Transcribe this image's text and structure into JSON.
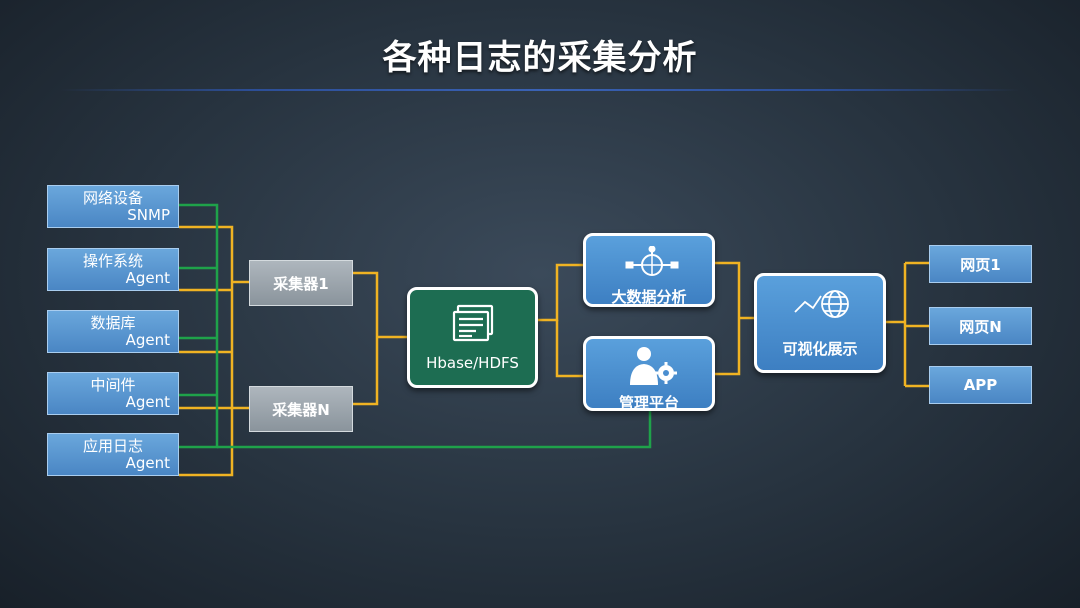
{
  "title": "各种日志的采集分析",
  "sources": [
    {
      "line1": "网络设备",
      "line2": "SNMP"
    },
    {
      "line1": "操作系统",
      "line2": "Agent"
    },
    {
      "line1": "数据库",
      "line2": "Agent"
    },
    {
      "line1": "中间件",
      "line2": "Agent"
    },
    {
      "line1": "应用日志",
      "line2": "Agent"
    }
  ],
  "collectors": [
    "采集器1",
    "采集器N"
  ],
  "storage": {
    "label": "Hbase/HDFS"
  },
  "analysis": {
    "label": "大数据分析"
  },
  "management": {
    "label": "管理平台"
  },
  "visualization": {
    "label": "可视化展示"
  },
  "outputs": [
    "网页1",
    "网页N",
    "APP"
  ],
  "colors": {
    "orange_line": "#f0b323",
    "green_line": "#1fa24a",
    "source_box": "#4f8fcf",
    "collector_box": "#98a2aa",
    "storage_box": "#1d6d52",
    "module_box": "#4a8ed0"
  }
}
